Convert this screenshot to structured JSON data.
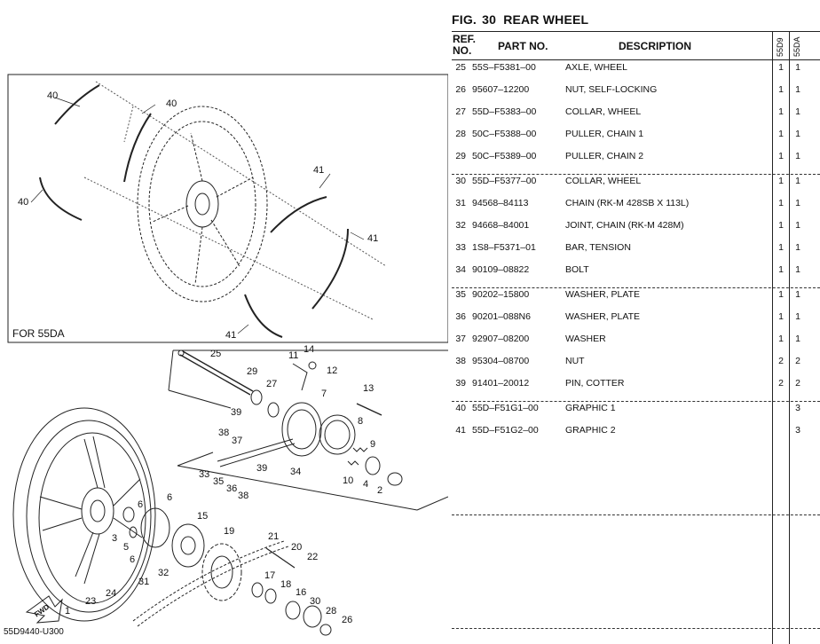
{
  "figure": {
    "prefix": "FIG.",
    "number": "30",
    "title": "REAR WHEEL"
  },
  "columns": {
    "ref_line1": "REF.",
    "ref_line2": "NO.",
    "part_no": "PART NO.",
    "description": "DESCRIPTION",
    "model_a": "55D9",
    "model_b": "55DA"
  },
  "rows": [
    {
      "ref": "25",
      "part": "55S–F5381–00",
      "desc": "AXLE, WHEEL",
      "q1": "1",
      "q2": "1"
    },
    {
      "ref": "26",
      "part": "95607–12200",
      "desc": "NUT, SELF-LOCKING",
      "q1": "1",
      "q2": "1"
    },
    {
      "ref": "27",
      "part": "55D–F5383–00",
      "desc": "COLLAR, WHEEL",
      "q1": "1",
      "q2": "1"
    },
    {
      "ref": "28",
      "part": "50C–F5388–00",
      "desc": "PULLER, CHAIN 1",
      "q1": "1",
      "q2": "1"
    },
    {
      "ref": "29",
      "part": "50C–F5389–00",
      "desc": "PULLER, CHAIN 2",
      "q1": "1",
      "q2": "1"
    },
    {
      "ref": "30",
      "part": "55D–F5377–00",
      "desc": "COLLAR, WHEEL",
      "q1": "1",
      "q2": "1"
    },
    {
      "ref": "31",
      "part": "94568–84113",
      "desc": "CHAIN (RK-M 428SB X 113L)",
      "q1": "1",
      "q2": "1"
    },
    {
      "ref": "32",
      "part": "94668–84001",
      "desc": "JOINT, CHAIN (RK-M 428M)",
      "q1": "1",
      "q2": "1"
    },
    {
      "ref": "33",
      "part": "1S8–F5371–01",
      "desc": "BAR, TENSION",
      "q1": "1",
      "q2": "1"
    },
    {
      "ref": "34",
      "part": "90109–08822",
      "desc": "BOLT",
      "q1": "1",
      "q2": "1"
    },
    {
      "ref": "35",
      "part": "90202–15800",
      "desc": "WASHER, PLATE",
      "q1": "1",
      "q2": "1"
    },
    {
      "ref": "36",
      "part": "90201–088N6",
      "desc": "WASHER, PLATE",
      "q1": "1",
      "q2": "1"
    },
    {
      "ref": "37",
      "part": "92907–08200",
      "desc": "WASHER",
      "q1": "1",
      "q2": "1"
    },
    {
      "ref": "38",
      "part": "95304–08700",
      "desc": "NUT",
      "q1": "2",
      "q2": "2"
    },
    {
      "ref": "39",
      "part": "91401–20012",
      "desc": "PIN, COTTER",
      "q1": "2",
      "q2": "2"
    },
    {
      "ref": "40",
      "part": "55D–F51G1–00",
      "desc": "GRAPHIC 1",
      "q1": "",
      "q2": "3"
    },
    {
      "ref": "41",
      "part": "55D–F51G2–00",
      "desc": "GRAPHIC 2",
      "q1": "",
      "q2": "3"
    }
  ],
  "diagram": {
    "inset_caption": "FOR 55DA",
    "drawing_code": "55D9440-U300",
    "fwd_label": "FWD",
    "inset_callouts": [
      "40",
      "40",
      "40",
      "41",
      "41",
      "41"
    ],
    "callouts": [
      "25",
      "29",
      "27",
      "11",
      "14",
      "12",
      "7",
      "13",
      "8",
      "9",
      "39",
      "38",
      "37",
      "33",
      "35",
      "36",
      "38",
      "39",
      "34",
      "10",
      "4",
      "2",
      "6",
      "6",
      "5",
      "3",
      "6",
      "15",
      "19",
      "21",
      "20",
      "22",
      "32",
      "31",
      "17",
      "18",
      "16",
      "30",
      "28",
      "26",
      "24",
      "23",
      "1"
    ]
  }
}
